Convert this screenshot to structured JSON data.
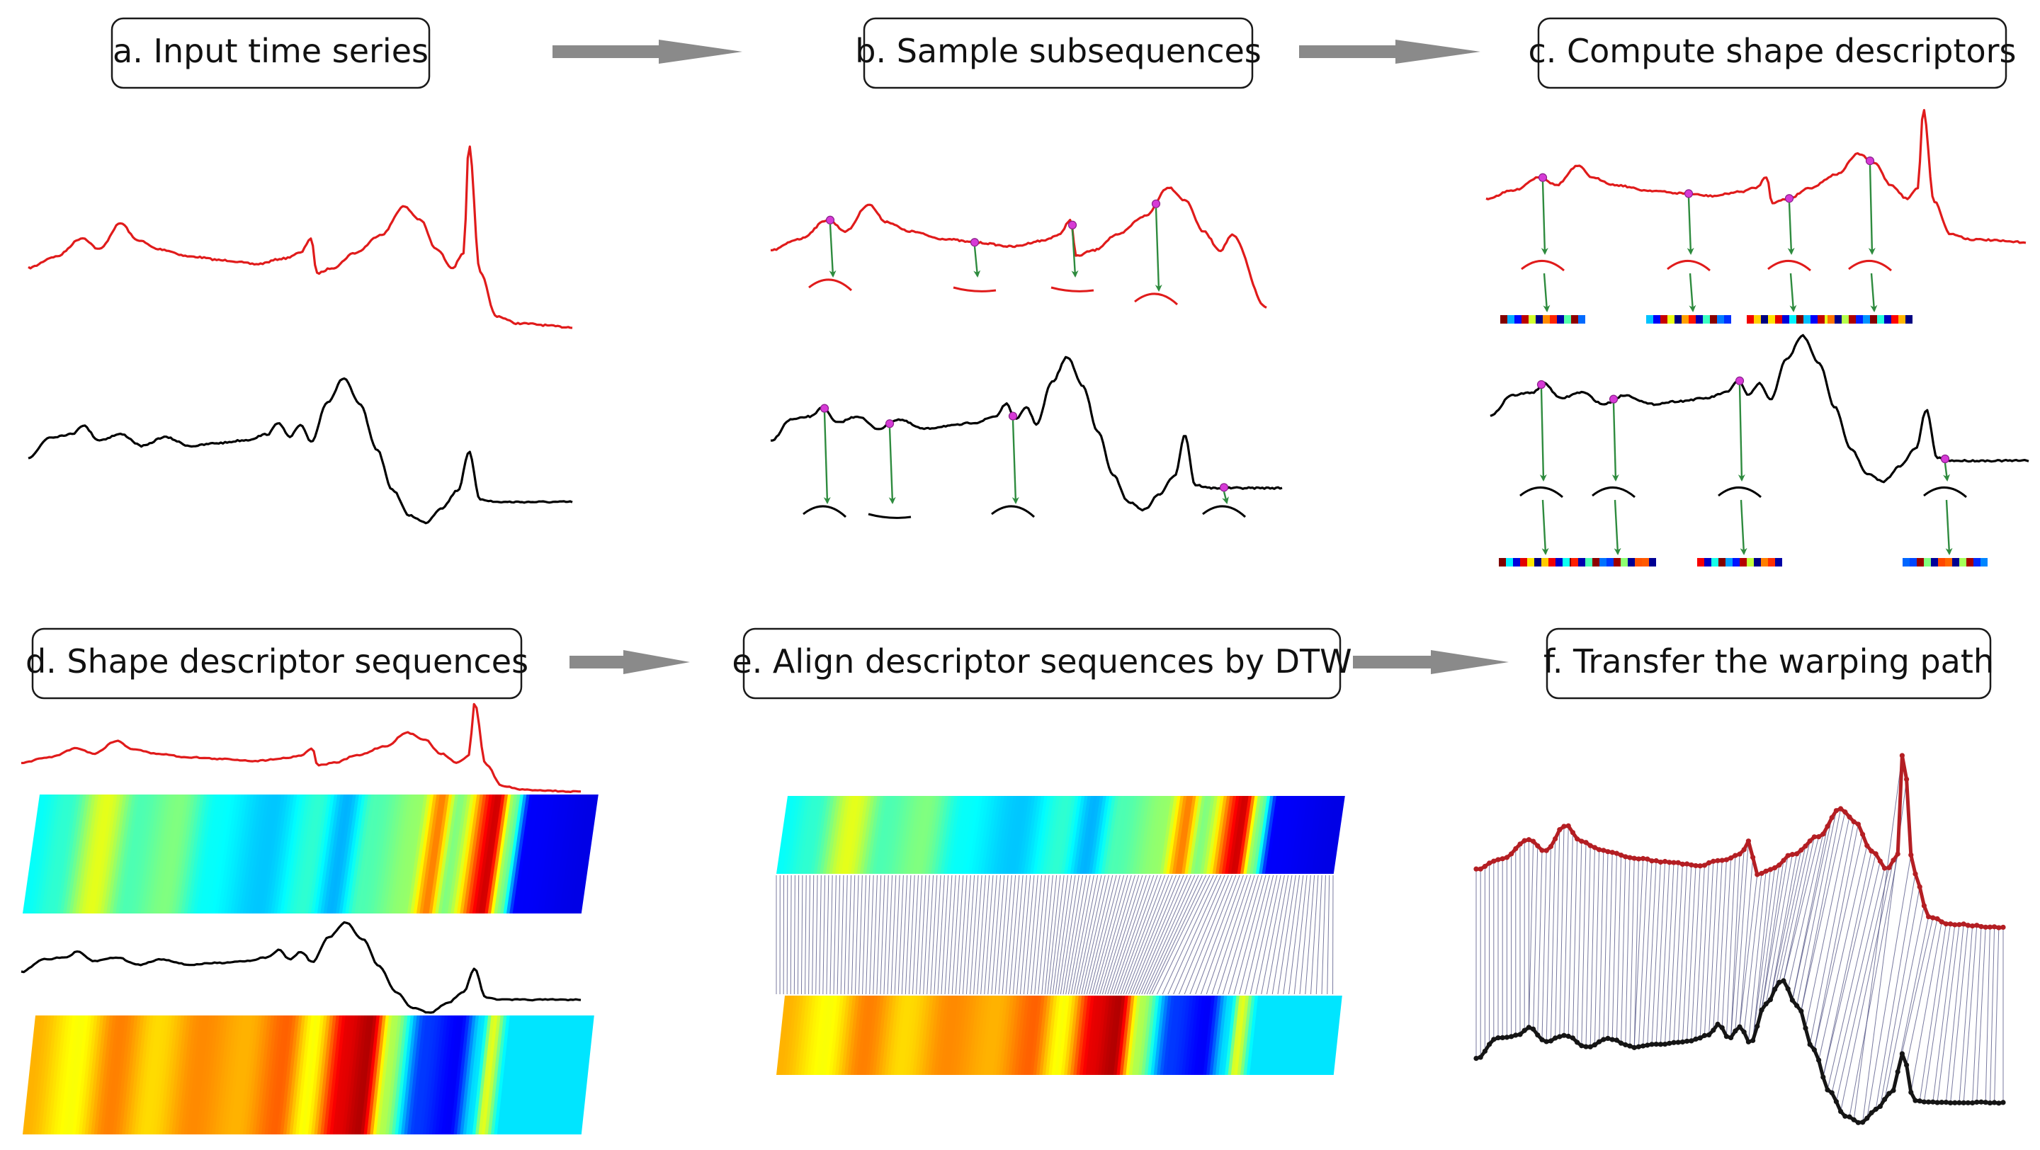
{
  "panels": {
    "a": {
      "label": "a. Input time series"
    },
    "b": {
      "label": "b. Sample subsequences"
    },
    "c": {
      "label": "c. Compute shape descriptors"
    },
    "d": {
      "label": "d. Shape descriptor sequences"
    },
    "e": {
      "label": "e. Align descriptor sequences by DTW"
    },
    "f": {
      "label": "f. Transfer the warping path"
    }
  },
  "colors": {
    "series_1": "#e01b1b",
    "series_2": "#000000",
    "sample_point": "#d63ad6",
    "sample_arrow": "#2e8b3e",
    "flow_arrow": "#8a8a8a",
    "warping_line": "#4b4d80"
  },
  "icons": [
    "flow-arrow",
    "sample-arrow",
    "sample-point"
  ]
}
